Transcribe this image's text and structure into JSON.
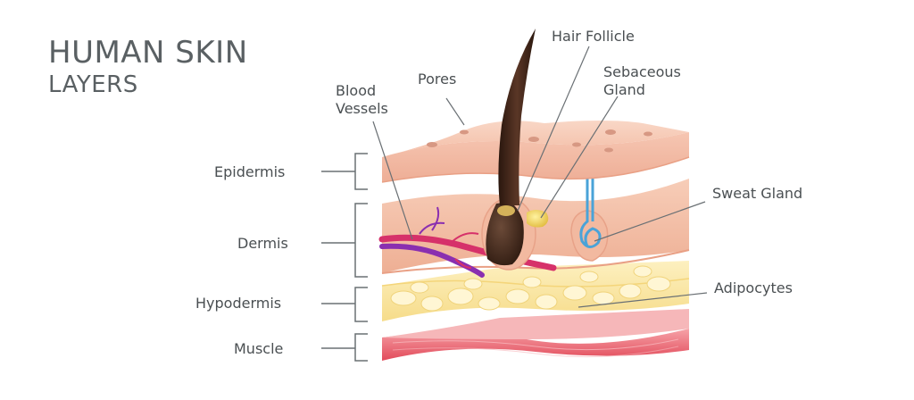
{
  "title": {
    "line1": "HUMAN SKIN",
    "line2": "LAYERS"
  },
  "layers": [
    {
      "label": "Epidermis"
    },
    {
      "label": "Dermis"
    },
    {
      "label": "Hypodermis"
    },
    {
      "label": "Muscle"
    }
  ],
  "structures": {
    "blood_vessels": [
      "Blood",
      "Vessels"
    ],
    "pores": "Pores",
    "hair_follicle": "Hair Follicle",
    "sebaceous_gland": [
      "Sebaceous",
      "Gland"
    ],
    "sweat_gland": "Sweat Gland",
    "adipocytes": "Adipocytes"
  },
  "colors": {
    "epidermis": "#f4c4b0",
    "dermis": "#f5c1a9",
    "hypodermis": "#fbe6a3",
    "muscle": "#e9525f",
    "hair": "#3a2418",
    "vessel_artery": "#d6316a",
    "vessel_vein": "#8a2fb0",
    "sweat_duct": "#4aa3d8",
    "label_text": "#4a4f52"
  }
}
